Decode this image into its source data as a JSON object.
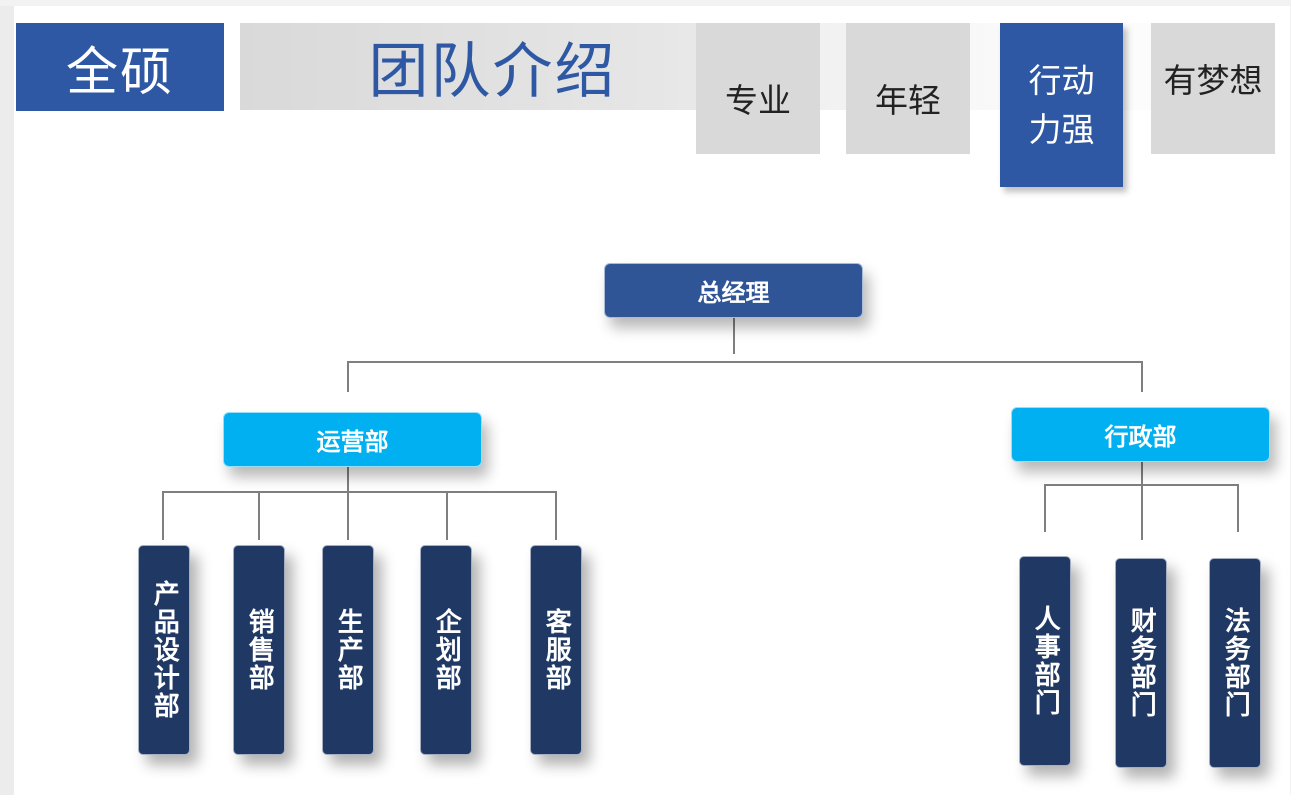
{
  "brand": "全硕",
  "title": "团队介绍",
  "keywords": [
    {
      "label": "专业",
      "active": false
    },
    {
      "label": "年轻",
      "active": false
    },
    {
      "label": "行动力强",
      "line1": "行动",
      "line2": "力强",
      "active": true
    },
    {
      "label": "有梦想",
      "active": false
    }
  ],
  "org": {
    "root": "总经理",
    "departments": [
      {
        "name": "运营部",
        "children": [
          "产品设计部",
          "销售部",
          "生产部",
          "企划部",
          "客服部"
        ]
      },
      {
        "name": "行政部",
        "children": [
          "人事部门",
          "财务部门",
          "法务部门"
        ]
      }
    ]
  },
  "colors": {
    "primary": "#2e58a4",
    "root_node": "#2f5597",
    "department_node": "#00b0f0",
    "leaf_node": "#1f3864",
    "connector": "#7f7f7f",
    "keyword_bg": "#d9d9d9"
  }
}
